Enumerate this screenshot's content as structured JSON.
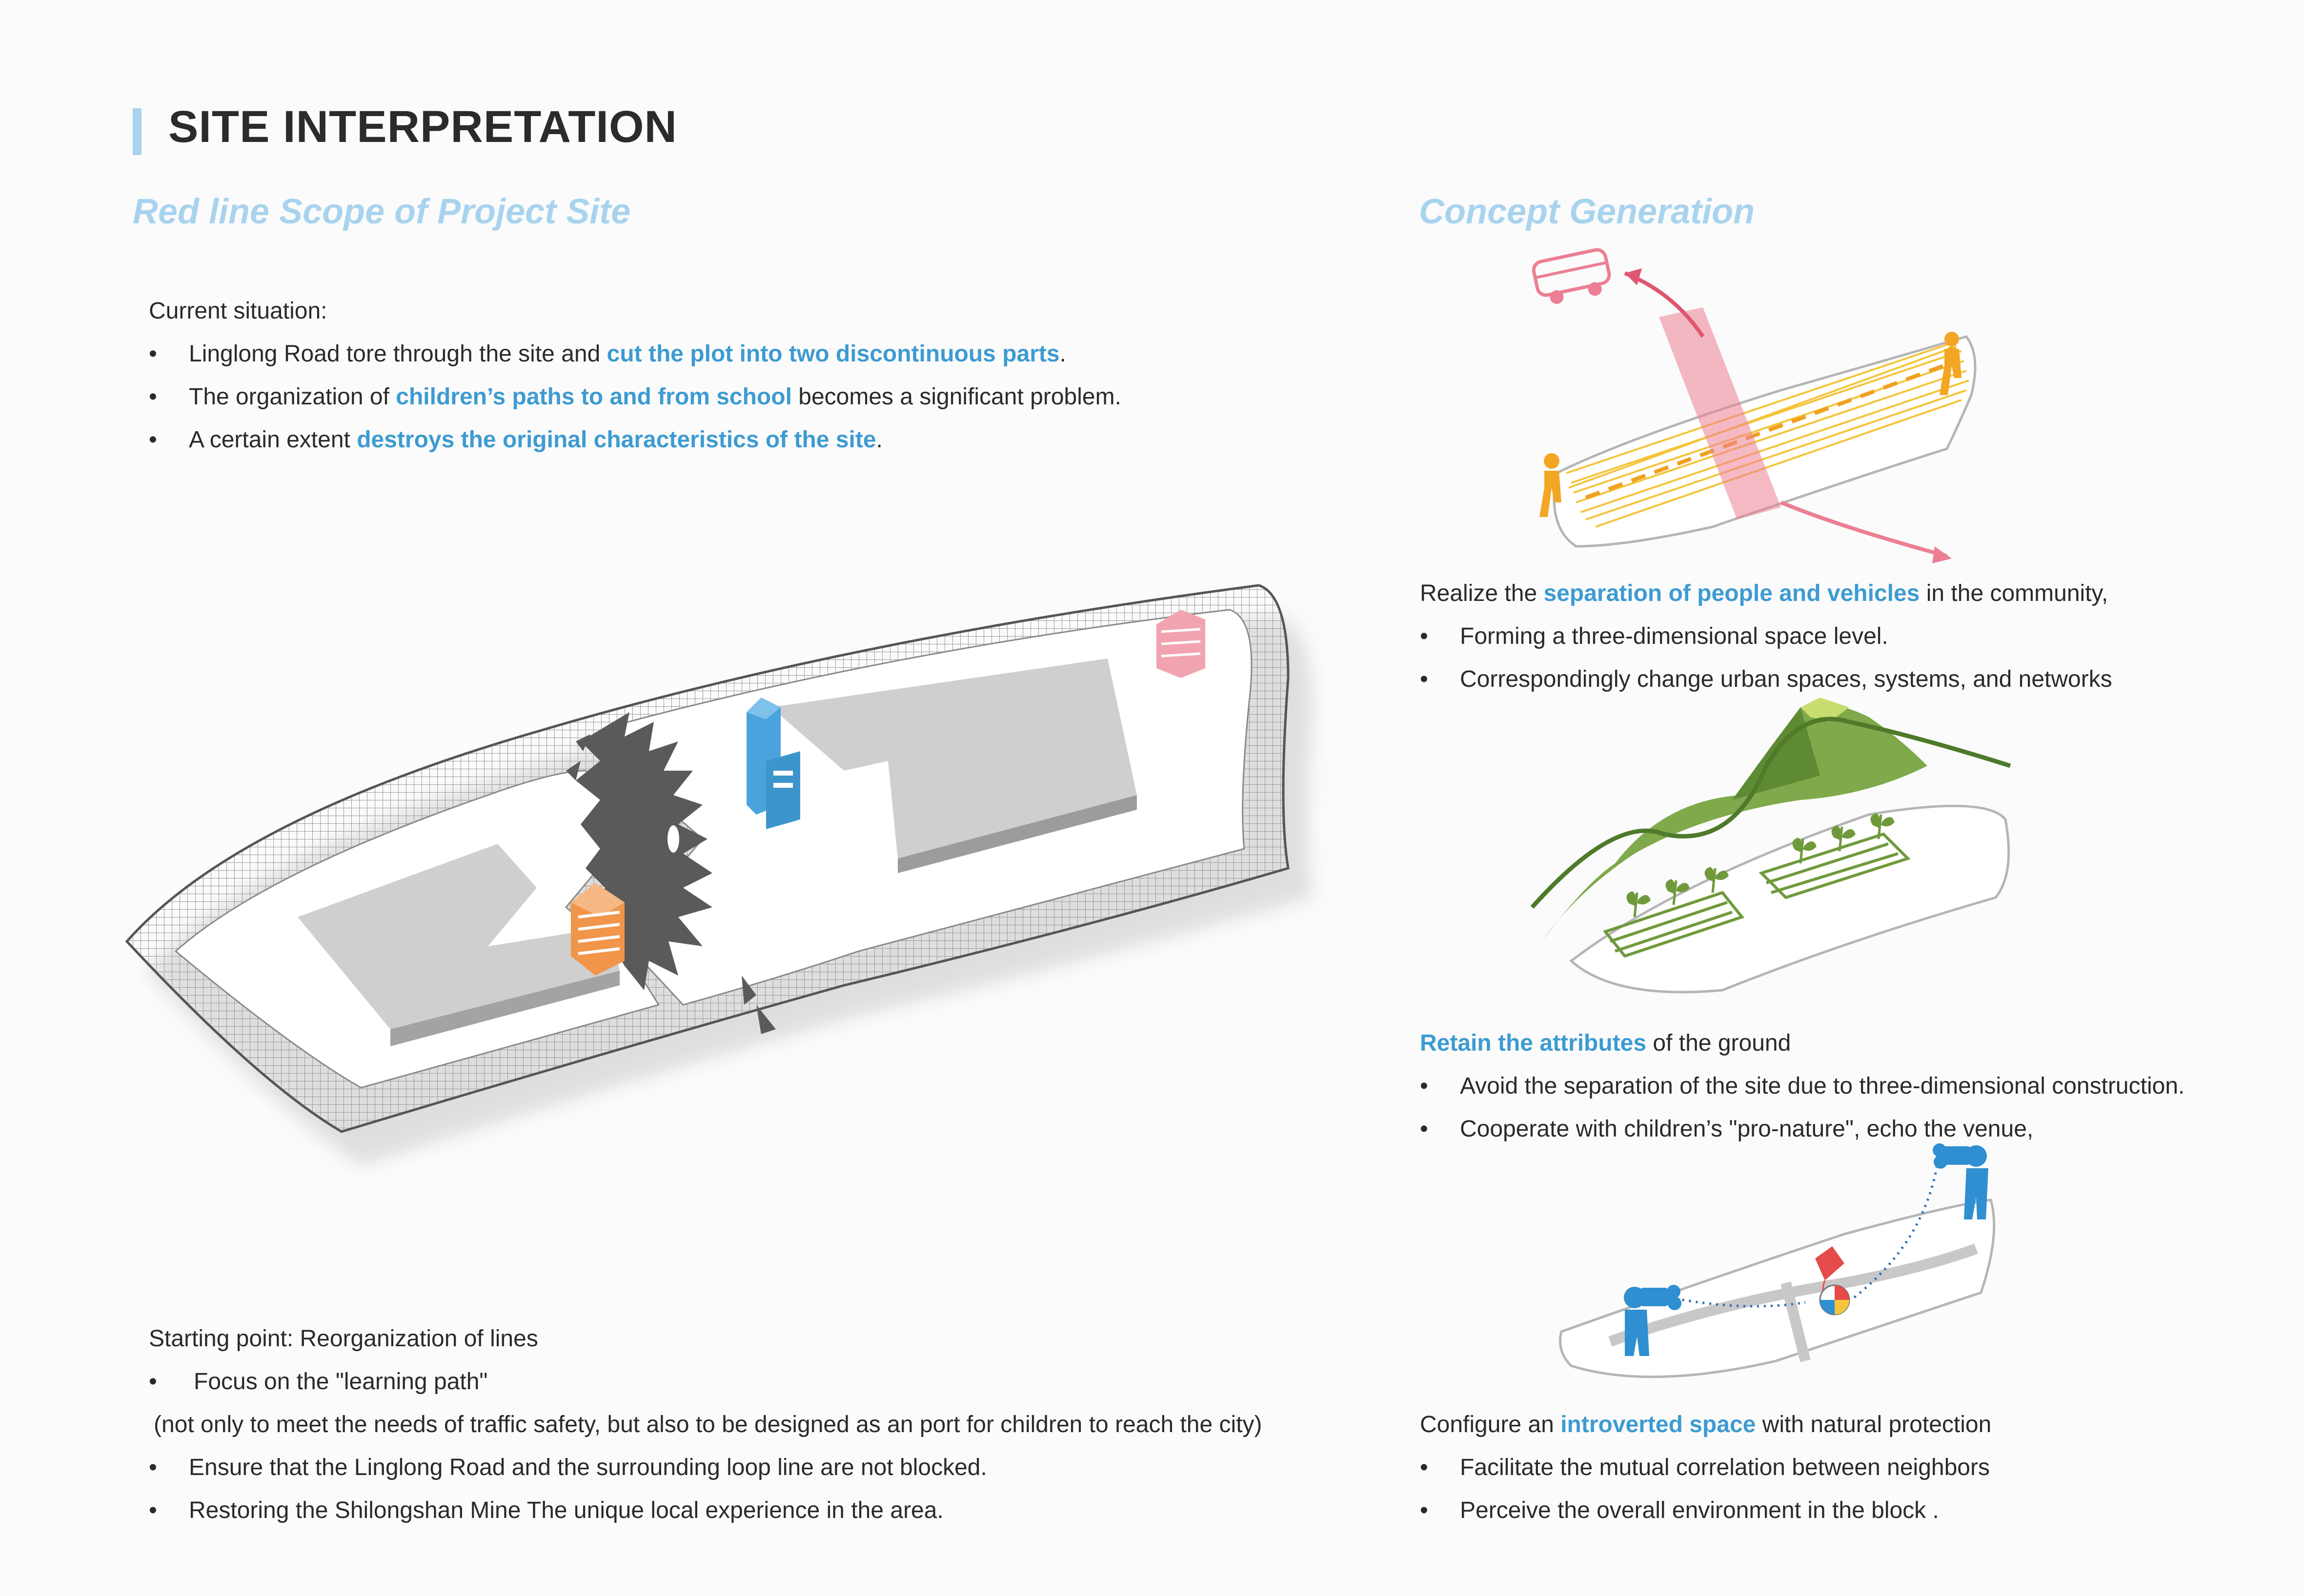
{
  "page_title": "SITE INTERPRETATION",
  "left_section": {
    "heading": "Red line Scope of Project Site",
    "current_intro": "Current situation:",
    "current_bullets": [
      {
        "pre": "Linglong Road tore through the site and ",
        "hl": "cut the plot into two discontinuous parts",
        "post": "."
      },
      {
        "pre": "The organization of ",
        "hl": "children’s paths to and from school",
        "post": " becomes a significant problem."
      },
      {
        "pre": "A certain extent ",
        "hl": "destroys the original characteristics of the site",
        "post": "."
      }
    ],
    "start_intro": "Starting point: Reorganization of lines",
    "start_bullet_1": "Focus on the \"learning path\"",
    "start_note": "(not only to meet the needs of traffic safety, but also to be designed as an port for children to reach the city)",
    "start_bullet_2": "Ensure that the Linglong Road and the surrounding loop line are not blocked.",
    "start_bullet_3": "Restoring the Shilongshan Mine The unique local experience in the area."
  },
  "right_section": {
    "heading": "Concept Generation",
    "concept_1": {
      "pre": "Realize the ",
      "hl": "separation of people and vehicles",
      "post": " in the community,",
      "bullets": [
        "Forming a three-dimensional space level.",
        "Correspondingly change urban spaces, systems, and networks"
      ]
    },
    "concept_2": {
      "hl": "Retain the attributes",
      "post": " of the ground",
      "bullets": [
        "Avoid the separation of the site due to three-dimensional construction.",
        "Cooperate with children’s \"pro-nature\", echo the venue,"
      ]
    },
    "concept_3": {
      "pre": "Configure an ",
      "hl": "introverted space",
      "post": " with natural protection",
      "bullets": [
        "Facilitate the mutual correlation between neighbors",
        "Perceive the overall environment in the block ."
      ]
    }
  },
  "colors": {
    "accent_blue": "#3d9bd2",
    "heading_blue": "#a8d3ee",
    "road_gray": "#5a5a5a",
    "building_blue": "#4aa3dc",
    "building_orange": "#f0954a",
    "building_pink": "#f2a3b2",
    "path_yellow": "#f5c43a",
    "vehicle_pink": "#ec7f93",
    "person_orange": "#f3a623",
    "child_blue": "#2f8fd0",
    "mountain_green": "#6f9a3c"
  },
  "icons": [
    "bus-icon",
    "pedestrian-icon",
    "plant-icon",
    "binoculars-icon",
    "kite-icon",
    "ball-icon"
  ]
}
